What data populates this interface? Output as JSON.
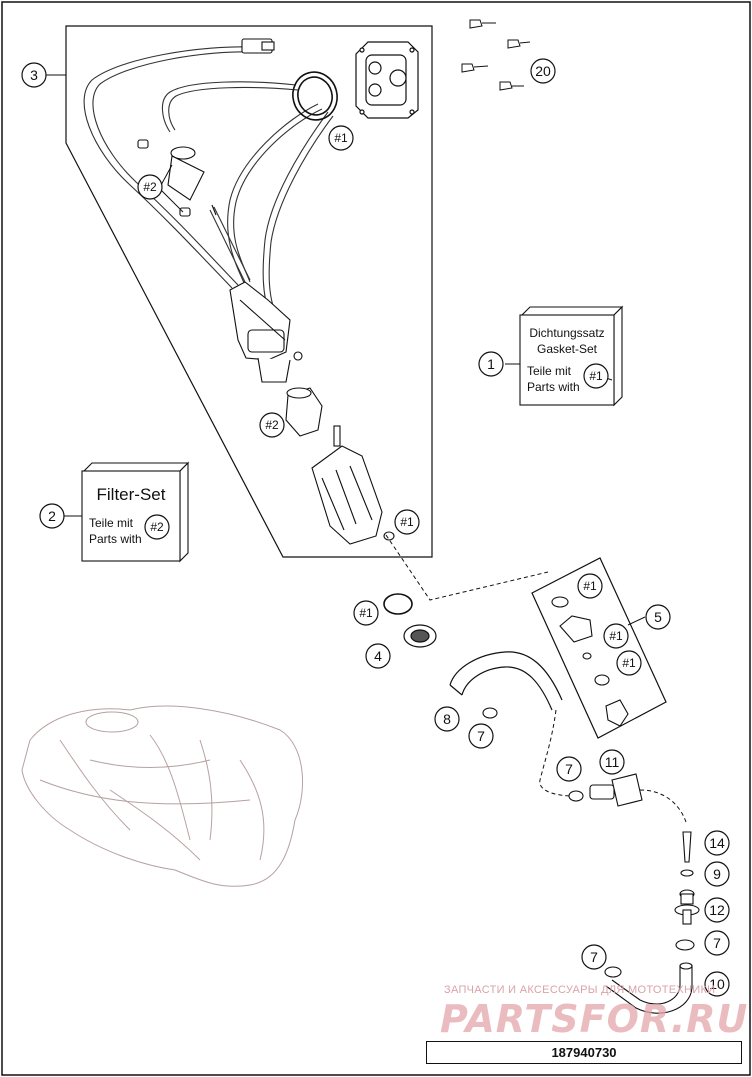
{
  "callouts": {
    "c1": "1",
    "c2": "2",
    "c3": "3",
    "c4": "4",
    "c5": "5",
    "c7a": "7",
    "c7b": "7",
    "c7c": "7",
    "c7d": "7",
    "c8": "8",
    "c9": "9",
    "c10": "10",
    "c11": "11",
    "c12": "12",
    "c14": "14",
    "c20": "20"
  },
  "refs": {
    "kit1": "#1",
    "kit2": "#2"
  },
  "gasket_box": {
    "title_de": "Dichtungssatz",
    "title_en": "Gasket-Set",
    "line_de": "Teile mit",
    "line_en": "Parts with",
    "ref": "#1"
  },
  "filter_box": {
    "title": "Filter-Set",
    "line_de": "Teile mit",
    "line_en": "Parts with",
    "ref": "#2"
  },
  "watermark": {
    "text": "ЗАПЧАСТИ И АКСЕССУАРЫ ДЛЯ МОТОТЕХНИКИ",
    "logo": "PARTSFOR.RU"
  },
  "document_number": "187940730",
  "colors": {
    "line": "#111111",
    "tank": "#b8a0a0",
    "watermark": "#d9a3a8"
  }
}
